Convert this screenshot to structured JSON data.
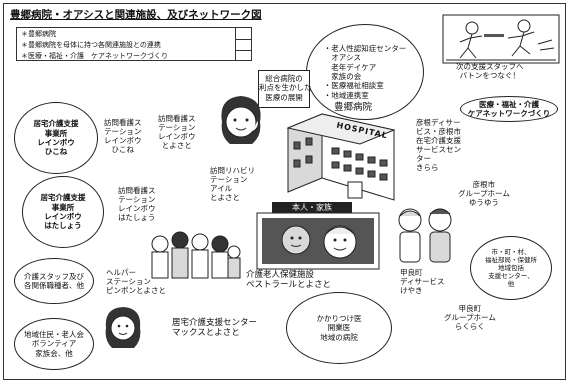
{
  "title": "豊郷病院・オアシスと関連施設、及びネットワーク図",
  "legend": [
    "＊豊郷病院",
    "＊豊郷病院を母体に持つ各関連施設との連携",
    "＊医療・福祉・介護　ケアネットワークづくり"
  ],
  "dementia_center": "・老人性認知症センター\n　オアシス\n　老年デイケア\n　家族の会\n・医療福祉相談室\n・地域連携室",
  "baton_caption": "次の支援スタッフへ\nバトンをつなぐ！",
  "network_oval": "医療・福祉・介護\nケアネットワークづくり",
  "general_hospital_box": "総合病院の\n利点を生かした\n医療の展開",
  "hospital_name": "豊郷病院",
  "hospital_sign": "HOSPITAL",
  "patient_family_label": "本人・家族",
  "items": {
    "kyotaku_rainbow_hikone": "居宅介護支援\n事業所\nレインボウ\nひこね",
    "houmon_rainbow_hikone": "訪問看護ス\nテーション\nレインボウ\nひこね",
    "houmon_toyosato": "訪問看護ス\nテーション\nレインボウ\nとよさと",
    "hikone_day_service": "彦根ディサー\nビス・彦根市\n在宅介護支援\nサービスセン\nター\nきらら",
    "kyotaku_rainbow_hatashou": "居宅介護支援\n事業所\nレインボウ\nはたしょう",
    "houmon_hatashou": "訪問看護ス\nテーション\nレインボウ\nはたしょう",
    "rehab_ayle": "訪問リハビリ\nテーション\nアイル\nとよさと",
    "hikone_group_home": "彦根市\nグループホーム\nゆうゆう",
    "kaigo_staff": "介護スタッフ及び\n各関係職種者、他",
    "helper_station": "ヘルパー\nステーション\nピンポンとよさと",
    "rouken": "介護老人保健施設\nペストラールとよさと",
    "kora_day_service": "甲良町\nディサービス\nけやき",
    "municipal_support": "市・町・村、\n福祉部局・保健所\n地域包括\n支援センター、\n他",
    "community": "地域住民・老人会\nボランティア\n家族会、他",
    "kyotaku_max": "居宅介護支援センター\nマックスとよさと",
    "kakaritsuke": "かかりつけ医\n開業医\n地域の病院",
    "kora_group_home": "甲良町\nグループホーム\nらくらく"
  },
  "colors": {
    "line": "#222222",
    "fill_light": "#d9d9d9",
    "fill_dark": "#555555",
    "background": "#ffffff"
  }
}
